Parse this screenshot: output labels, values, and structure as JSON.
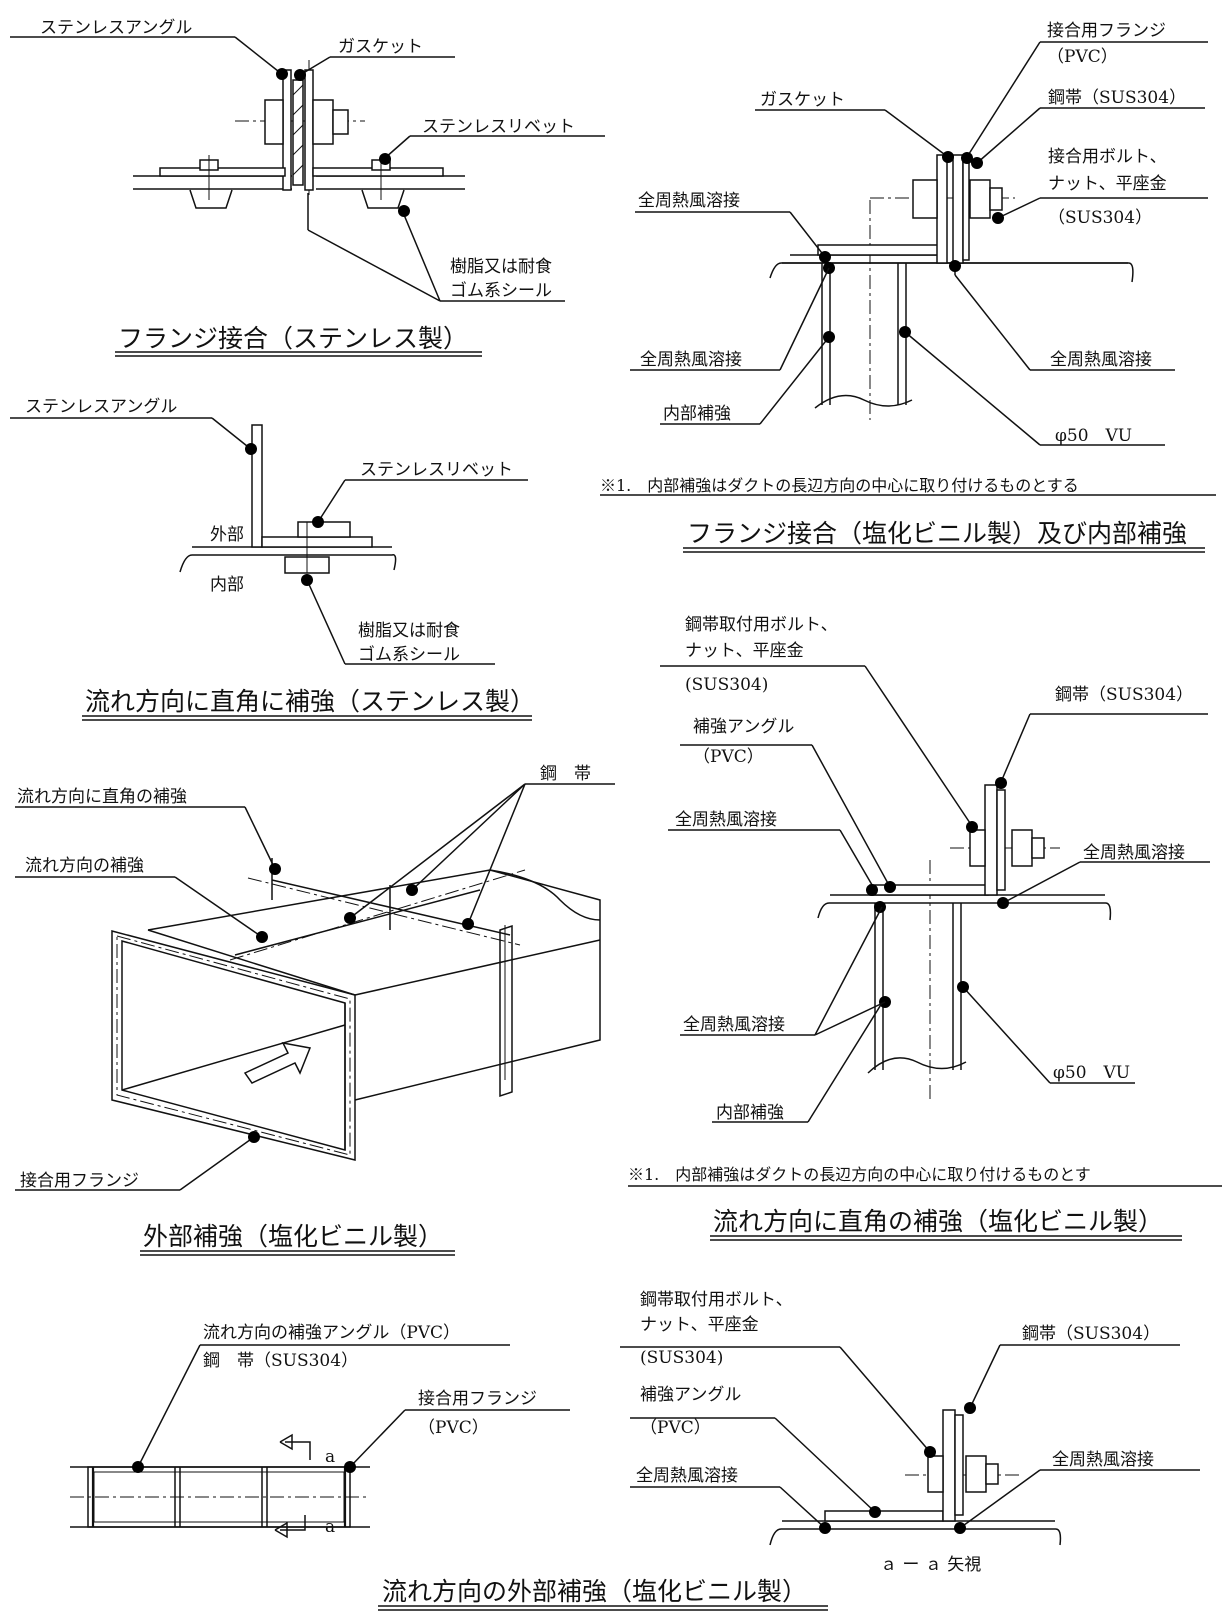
{
  "panels": {
    "p1": {
      "title": "フランジ接合（ステンレス製）",
      "labels": {
        "angle": "ステンレスアングル",
        "gasket": "ガスケット",
        "rivet": "ステンレスリベット",
        "seal1": "樹脂又は耐食",
        "seal2": "ゴム系シール"
      }
    },
    "p2": {
      "title": "フランジ接合（塩化ビニル製）及び内部補強",
      "labels": {
        "flange1": "接合用フランジ",
        "flange2": "（PVC）",
        "gasket": "ガスケット",
        "band": "鋼帯（SUS304）",
        "bolt1": "接合用ボルト、",
        "bolt2": "ナット、平座金",
        "bolt3": "（SUS304）",
        "weld_a": "全周熱風溶接",
        "weld_b": "全周熱風溶接",
        "weld_c": "全周熱風溶接",
        "internal": "内部補強",
        "pipe": "φ50　VU"
      },
      "note": "※1.　内部補強はダクトの長辺方向の中心に取り付けるものとする"
    },
    "p3": {
      "title": "流れ方向に直角に補強（ステンレス製）",
      "labels": {
        "angle": "ステンレスアングル",
        "rivet": "ステンレスリベット",
        "outside": "外部",
        "inside": "内部",
        "seal1": "樹脂又は耐食",
        "seal2": "ゴム系シール"
      }
    },
    "p4": {
      "title": "流れ方向に直角の補強（塩化ビニル製）",
      "labels": {
        "bolt1": "鋼帯取付用ボルト、",
        "bolt2": "ナット、平座金",
        "bolt3": "(SUS304)",
        "band": "鋼帯（SUS304）",
        "angle1": "補強アングル",
        "angle2": "（PVC）",
        "weld_a": "全周熱風溶接",
        "weld_b": "全周熱風溶接",
        "weld_c": "全周熱風溶接",
        "pipe": "φ50　VU",
        "internal": "内部補強"
      },
      "note": "※1.　内部補強はダクトの長辺方向の中心に取り付けるものとす"
    },
    "p5": {
      "title": "外部補強（塩化ビニル製）",
      "labels": {
        "band": "鋼　帯",
        "perp": "流れ方向に直角の補強",
        "along": "流れ方向の補強",
        "flange": "接合用フランジ"
      }
    },
    "p6": {
      "title": "流れ方向の外部補強（塩化ビニル製）",
      "labels": {
        "angle": "流れ方向の補強アングル（PVC）",
        "band": "鋼　帯（SUS304）",
        "flange1": "接合用フランジ",
        "flange2": "（PVC）",
        "mark_a1": "a",
        "mark_a2": "a"
      }
    },
    "p7": {
      "labels": {
        "bolt1": "鋼帯取付用ボルト、",
        "bolt2": "ナット、平座金",
        "bolt3": "(SUS304)",
        "band": "鋼帯（SUS304）",
        "angle1": "補強アングル",
        "angle2": "（PVC）",
        "weld_a": "全周熱風溶接",
        "weld_b": "全周熱風溶接",
        "view": "ａ ー ａ 矢視"
      }
    }
  }
}
